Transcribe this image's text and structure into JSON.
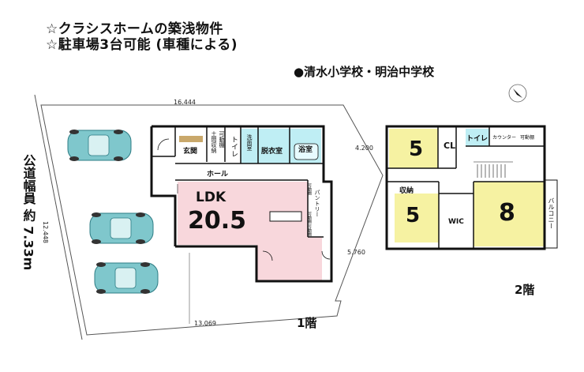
{
  "header": {
    "line1": "☆クラシスホームの築浅物件",
    "line2": "☆駐車場3台可能 (車種による)"
  },
  "school": "●清水小学校・明治中学校",
  "road_width": "公道幅員 約 7.33m",
  "dimensions": {
    "top": "16.444",
    "left": "12.448",
    "right_top": "4.200",
    "right_bottom": "5.760",
    "bottom": "13.069"
  },
  "floor1": {
    "label": "1階",
    "rooms": {
      "genkan": "玄関",
      "storage_top": "土間収納",
      "kadou": "可動棚",
      "toilet": "トイレ",
      "washroom": "洗面室",
      "dressing": "脱衣室",
      "bath": "浴室",
      "hall": "ホール",
      "ldk_label": "LDK",
      "ldk_size": "20.5",
      "pantry": "パントリー",
      "shelf1": "可動棚",
      "shelf2": "可動棚",
      "shelf3": "可動棚"
    }
  },
  "floor2": {
    "label": "2階",
    "rooms": {
      "room5a": "5",
      "cl": "CL",
      "toilet": "トイレ",
      "counter": "カウンター",
      "shelf": "可動棚",
      "storage": "収納",
      "room5b": "5",
      "wic": "WIC",
      "room8": "8",
      "balcony": "バルコニー"
    }
  },
  "colors": {
    "ldk": "#f8d7dc",
    "bedroom": "#f6f2a2",
    "water": "#bfeef4",
    "car": "#7fc7cc",
    "wall": "#111111"
  }
}
